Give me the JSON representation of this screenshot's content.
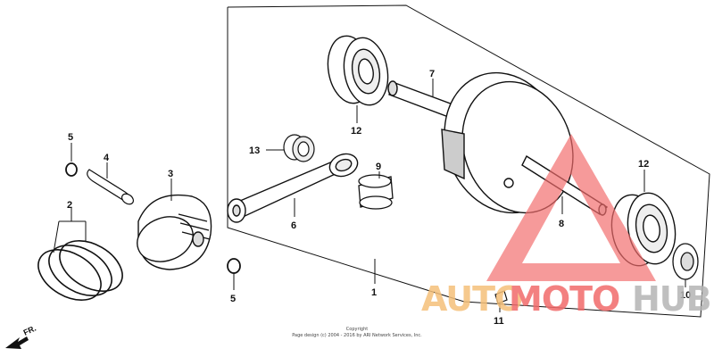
{
  "diagram": {
    "callouts": [
      {
        "id": "c1",
        "label": "1"
      },
      {
        "id": "c2",
        "label": "2"
      },
      {
        "id": "c3",
        "label": "3"
      },
      {
        "id": "c4",
        "label": "4"
      },
      {
        "id": "c5a",
        "label": "5"
      },
      {
        "id": "c5b",
        "label": "5"
      },
      {
        "id": "c6",
        "label": "6"
      },
      {
        "id": "c7",
        "label": "7"
      },
      {
        "id": "c8",
        "label": "8"
      },
      {
        "id": "c9",
        "label": "9"
      },
      {
        "id": "c10",
        "label": "10"
      },
      {
        "id": "c11",
        "label": "11"
      },
      {
        "id": "c12a",
        "label": "12"
      },
      {
        "id": "c12b",
        "label": "12"
      },
      {
        "id": "c13",
        "label": "13"
      }
    ],
    "direction_label": "FR.",
    "copyright_line1": "Copyright",
    "copyright_line2": "Page design (c) 2004 - 2016 by ARI Network Services, Inc."
  },
  "watermark": {
    "text_auto": "AUTO",
    "text_moto": "MOTO",
    "text_hub": "HUB",
    "color_primary": "#f26b6b",
    "color_secondary": "#f5c07a",
    "color_gray": "#b5b5b5"
  }
}
